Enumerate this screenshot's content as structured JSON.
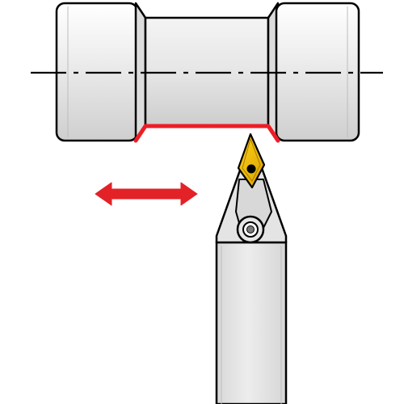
{
  "diagram": {
    "kind": "turning-operation-illustration",
    "parts": {
      "workpiece": "cylindrical-workpiece-with-groove",
      "centerline": "dash-dot-axis",
      "machined_profile": "red-profile-line",
      "feed_direction": "double-headed-arrow",
      "insert": "rhombic-carbide-insert",
      "clamp": "insert-clamp-screw",
      "toolholder": "toolholder-shank"
    },
    "colors": {
      "outline": "#000000",
      "body_fill": "#e9e9e9",
      "body_shade": "#d2d2d2",
      "highlight": "#ffffff",
      "profile": "#ee1c25",
      "arrow": "#e32227",
      "insert": "#f2b800",
      "insert_dark": "#c99500",
      "background": "#ffffff"
    }
  }
}
